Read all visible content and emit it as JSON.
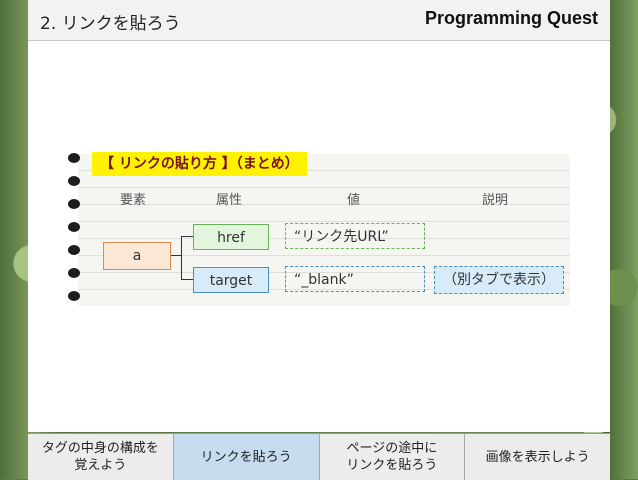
{
  "header": {
    "title": "2. リンクを貼ろう",
    "brand": "Programming Quest"
  },
  "notebook": {
    "heading": "【 リンクの貼り方 】（まとめ）",
    "columns": {
      "element": "要素",
      "attribute": "属性",
      "value": "値",
      "description": "説明"
    },
    "element": "a",
    "rows": [
      {
        "attribute": "href",
        "value": "“リンク先URL”",
        "description": ""
      },
      {
        "attribute": "target",
        "value": "“_blank”",
        "description": "（別タブで表示）"
      }
    ]
  },
  "nav": {
    "tabs": [
      {
        "line1": "タグの中身の構成を",
        "line2": "覚えよう",
        "active": false
      },
      {
        "line1": "リンクを貼ろう",
        "line2": "",
        "active": true
      },
      {
        "line1": "ページの途中に",
        "line2": "リンクを貼ろう",
        "active": false
      },
      {
        "line1": "画像を表示しよう",
        "line2": "",
        "active": false
      }
    ]
  },
  "colors": {
    "heading_bg": "#fff200",
    "heading_text": "#7a1010",
    "active_tab": "#c6ddf0"
  }
}
